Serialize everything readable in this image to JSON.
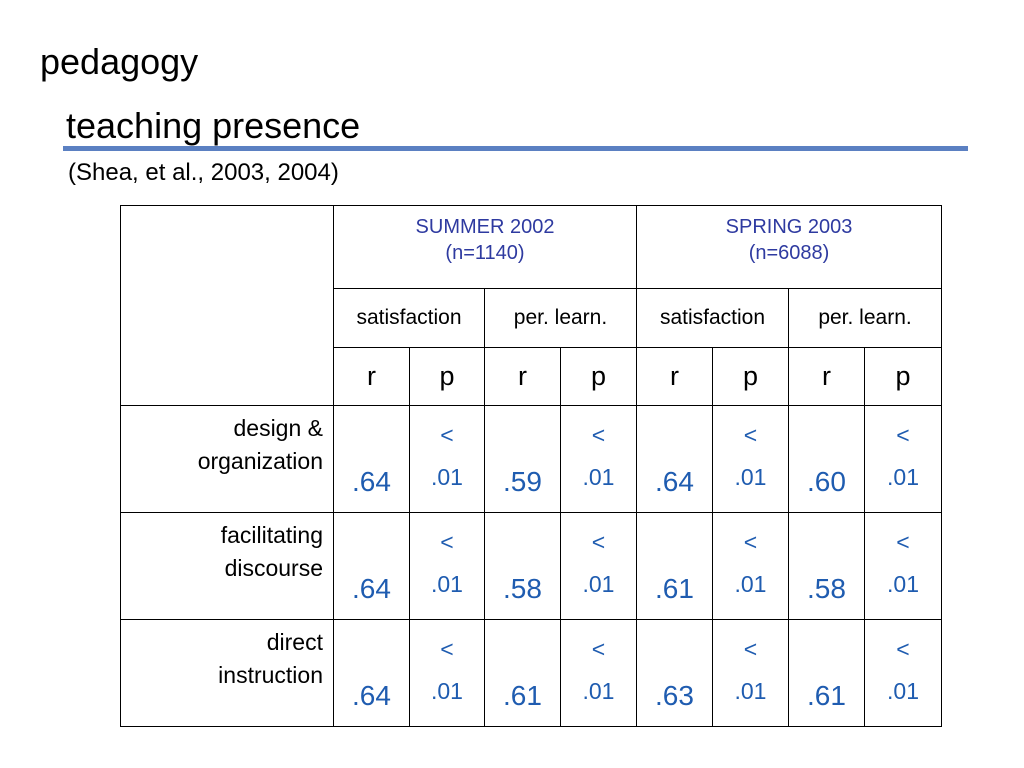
{
  "slide": {
    "title": "pedagogy",
    "subtitle": "teaching presence",
    "citation": "(Shea, et al., 2003, 2004)"
  },
  "table": {
    "periods": [
      {
        "name": "SUMMER 2002",
        "n": "(n=1140)"
      },
      {
        "name": "SPRING 2003",
        "n": "(n=6088)"
      }
    ],
    "metrics": [
      "satisfaction",
      "per. learn.",
      "satisfaction",
      "per. learn."
    ],
    "stats": [
      "r",
      "p",
      "r",
      "p",
      "r",
      "p",
      "r",
      "p"
    ],
    "rows": [
      {
        "label_line1": "design &",
        "label_line2": "organization",
        "cells": [
          ".64",
          "<",
          ".01",
          ".59",
          "<",
          ".01",
          ".64",
          "<",
          ".01",
          ".60",
          "<",
          ".01"
        ]
      },
      {
        "label_line1": "facilitating",
        "label_line2": "discourse",
        "cells": [
          ".64",
          "<",
          ".01",
          ".58",
          "<",
          ".01",
          ".61",
          "<",
          ".01",
          ".58",
          "<",
          ".01"
        ]
      },
      {
        "label_line1": "direct",
        "label_line2": "instruction",
        "cells": [
          ".64",
          "<",
          ".01",
          ".61",
          "<",
          ".01",
          ".63",
          "<",
          ".01",
          ".61",
          "<",
          ".01"
        ]
      }
    ]
  },
  "colors": {
    "rule": "#5b80c2",
    "period_text": "#2e3aa0",
    "value_text": "#1f5cb0"
  }
}
